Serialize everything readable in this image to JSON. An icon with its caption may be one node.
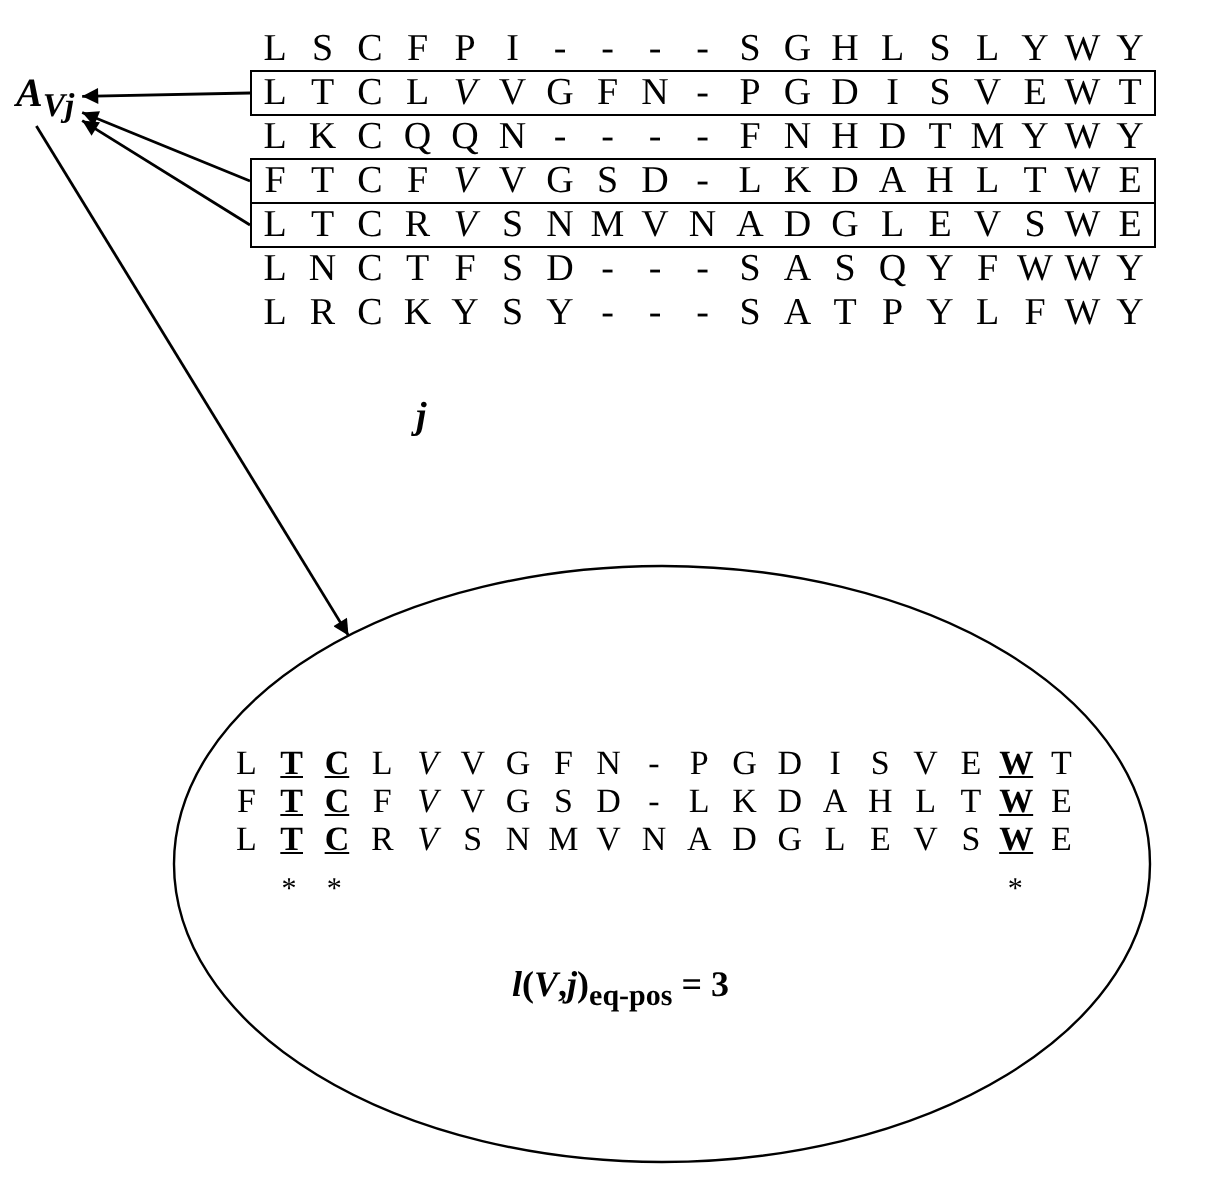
{
  "diagram": {
    "nodes": [
      {
        "text": [
          "A$_{Vj}$"
        ]
      },
      {
        "text": [
          "L T C L *V* V G F N - P G D I S V E W T"
        ]
      },
      {
        "text": [
          "F T C F *V* V G S D - L K D A H L T W E"
        ]
      },
      {
        "text": [
          "L T C R *V* S N M V N A D G L E V S W E"
        ]
      },
      {
        "text": [
          "L **T** **C** L *V* V G F N - P G D I S V E **W** T",
          "F **T** **C** F *V* V G S D - L K D A H L T **W** E",
          "L **T** **C** R *V* S N M V N A D G L E V S **W** E",
          "*",
          "*",
          "*",
          "*l*(*V*,*j*)$_{eq-pos}$ = 3"
        ]
      }
    ],
    "edges": [
      {
        "from": 1,
        "to": 0,
        "arrow": "to"
      },
      {
        "from": 2,
        "to": 0,
        "arrow": "to"
      },
      {
        "from": 3,
        "to": 0,
        "arrow": "to"
      },
      {
        "from": 0,
        "to": 4,
        "arrow": "to"
      }
    ],
    "labels": [
      "L S C F P I - - - - S G H L S L Y W Y",
      "L K C Q Q N - - - - F N H D T M Y W Y",
      "L N C T F S D - - - S A S Q Y F W W Y",
      "L R C K Y S Y - - - S A T P Y L F W Y",
      "j"
    ]
  }
}
